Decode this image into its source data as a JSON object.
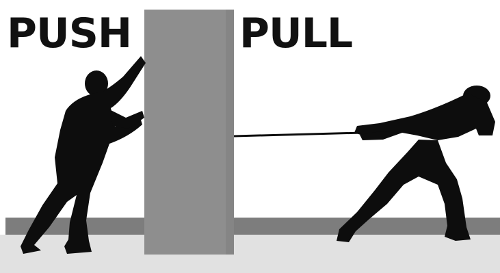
{
  "scene": {
    "push_label": "PUSH",
    "pull_label": "PULL",
    "icons": [
      "person-pushing-icon",
      "person-pulling-icon",
      "pillar",
      "rope"
    ],
    "colors": {
      "background": "#ffffff",
      "text": "#111111",
      "silhouette": "#0d0d0d",
      "pillar": "#8e8e8e",
      "floor_stripe": "#7d7d7d",
      "floor": "#e1e1e1"
    }
  }
}
